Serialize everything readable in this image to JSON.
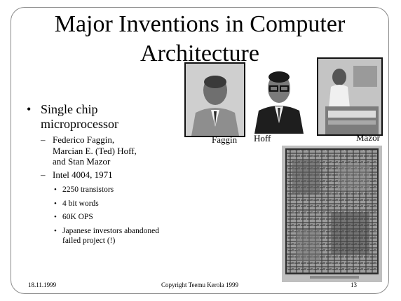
{
  "slide": {
    "title": "Major Inventions in Computer Architecture",
    "captions": {
      "faggin": "Faggin",
      "hoff": "Hoff",
      "mazor": "Mazor"
    },
    "bullet1": {
      "mark": "•",
      "text": "Single chip microprocessor"
    },
    "sub1": {
      "mark": "–",
      "text": "Federico Faggin, Marcian E. (Ted) Hoff, and Stan Mazor"
    },
    "sub2": {
      "mark": "–",
      "text": "Intel 4004, 1971"
    },
    "points": [
      {
        "mark": "•",
        "text": "2250 transistors"
      },
      {
        "mark": "•",
        "text": "4 bit words"
      },
      {
        "mark": "•",
        "text": "60K OPS"
      },
      {
        "mark": "•",
        "text": "Japanese investors abandoned failed project (!)"
      }
    ],
    "footer": {
      "date": "18.11.1999",
      "copyright": "Copyright Teemu Kerola 1999",
      "page": "13"
    }
  }
}
